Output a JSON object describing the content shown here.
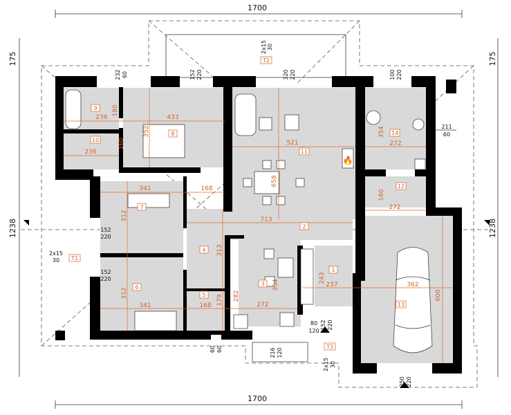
{
  "overall": {
    "top_width": "1700",
    "bottom_width": "1700",
    "left_top": "175",
    "left_main": "1238",
    "right_top": "175",
    "right_main": "1238"
  },
  "colors": {
    "walls": "#000000",
    "rooms": "#d9d9d9",
    "dimensions": "#d4622a"
  },
  "rooms": [
    "9",
    "10",
    "8",
    "11",
    "14",
    "12",
    "7",
    "4",
    "6",
    "5",
    "3",
    "1",
    "2",
    "13",
    "T1",
    "T2",
    "T3"
  ],
  "orange_h": [
    "433",
    "236",
    "236",
    "341",
    "168",
    "521",
    "272",
    "272",
    "713",
    "237",
    "362",
    "272",
    "341",
    "168"
  ],
  "orange_v": [
    "180",
    "160",
    "352",
    "354",
    "658",
    "160",
    "312",
    "313",
    "312",
    "179",
    "282",
    "354",
    "243",
    "600"
  ],
  "openings": [
    {
      "a": "232",
      "b": "60"
    },
    {
      "a": "152",
      "b": "220"
    },
    {
      "a": "320",
      "b": "220"
    },
    {
      "a": "100",
      "b": "220"
    },
    {
      "a": "211",
      "b": "60"
    },
    {
      "a": "152",
      "b": "220"
    },
    {
      "a": "152",
      "b": "220"
    },
    {
      "a": "2x15",
      "b": "30"
    },
    {
      "a": "2x15",
      "b": "30"
    },
    {
      "a": "60",
      "b": "60"
    },
    {
      "a": "80",
      "b": "120"
    },
    {
      "a": "152",
      "b": "220"
    },
    {
      "a": "216",
      "b": "120"
    },
    {
      "a": "2x15",
      "b": "30"
    },
    {
      "a": "250",
      "b": "220"
    }
  ],
  "icons": [
    "entrance-arrow-icon",
    "fireplace-icon",
    "car-icon",
    "section-marker-icon"
  ]
}
